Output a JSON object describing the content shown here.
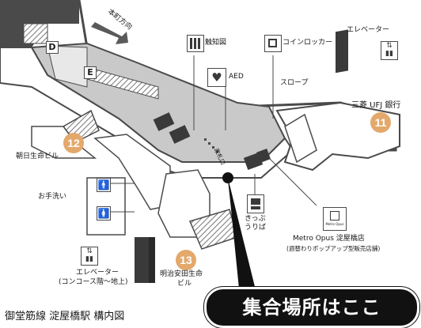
{
  "map": {
    "direction_arrow": "本町方向",
    "exit_letters": [
      "D",
      "E"
    ],
    "exit_numbers": [
      "12",
      "11",
      "13"
    ],
    "colors": {
      "wall": "#4a4a4a",
      "hatch": "#7a7a7a",
      "floor": "#c9c9c9",
      "exit_badge": "#e3a86b",
      "background": "#ffffff"
    },
    "legend_items": {
      "map_board": "触知図",
      "aed": "AED",
      "locker": "コインロッカー",
      "elevator_top": "エレベーター",
      "slope": "スロープ",
      "bank": "三菱 UFJ 銀行",
      "asahi": "朝日生命ビル",
      "restroom": "お手洗い",
      "ticket": "きっぷ\nうりば",
      "ticket_line1": "きっぷ",
      "ticket_line2": "うりば",
      "metro_opus_logo": "Metro Opus",
      "metro_opus": "Metro Opus 淀屋橋店",
      "metro_opus_note": "(週替わりポップアップ型販売店舗)",
      "elevator_bottom_line1": "エレベーター",
      "elevator_bottom_line2": "(コンコース階〜地上)",
      "meiji": "明治安田生命",
      "meiji_line2": "ビル",
      "gate": "改札口"
    }
  },
  "caption": "御堂筋線 淀屋橋駅 構内図",
  "meeting_point": "集合場所はここ",
  "icons": [
    "map-board-icon",
    "aed-heart-icon",
    "locker-icon",
    "elevator-icon",
    "restroom-man-icon",
    "restroom-woman-icon",
    "ticket-machine-icon",
    "meeting-point-marker-icon"
  ]
}
